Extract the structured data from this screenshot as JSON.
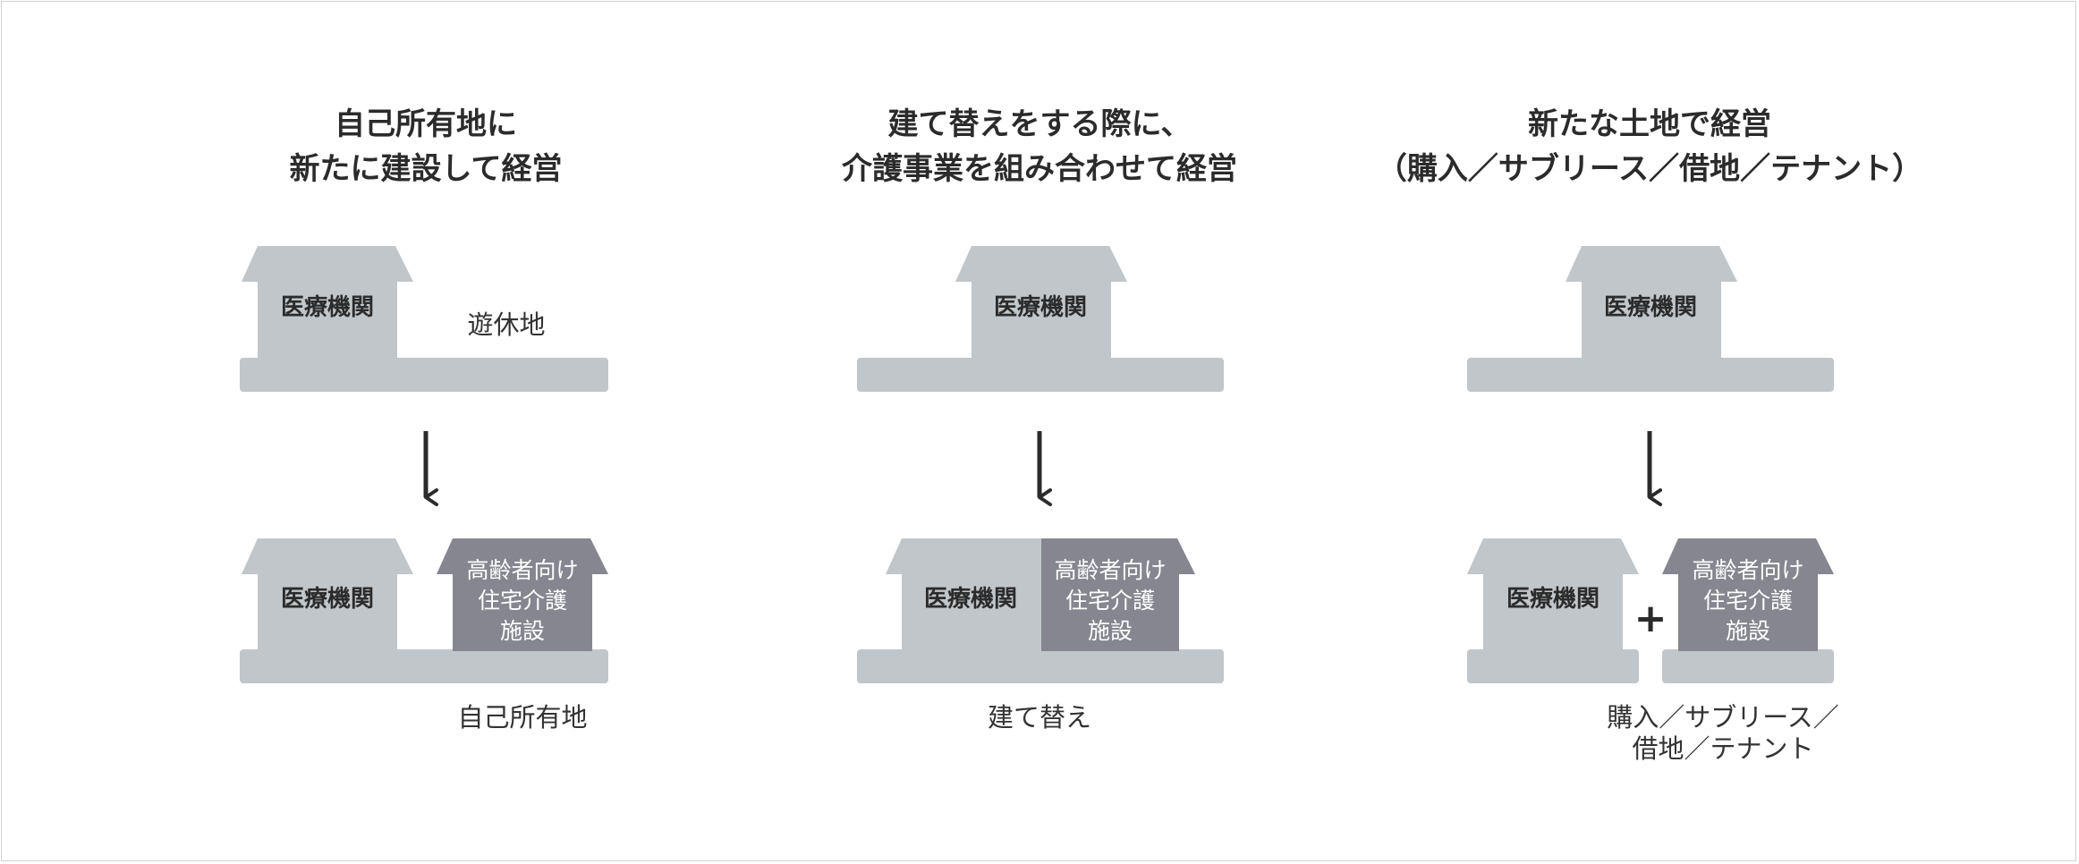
{
  "colors": {
    "light_building": "#c1c6ca",
    "dark_building": "#85868f",
    "text": "#2b2b2b",
    "arrow": "#2b2b2b"
  },
  "panels": [
    {
      "title_lines": [
        "自己所有地に",
        "新たに建設して経営"
      ],
      "before": {
        "building": "医療機関",
        "land_label": "遊休地"
      },
      "after": {
        "building": "医療機関",
        "facility_lines": [
          "高齢者向け",
          "住宅介護",
          "施設"
        ]
      },
      "caption_lines": [
        "自己所有地"
      ]
    },
    {
      "title_lines": [
        "建て替えをする際に、",
        "介護事業を組み合わせて経営"
      ],
      "before": {
        "building": "医療機関"
      },
      "after": {
        "building": "医療機関",
        "facility_lines": [
          "高齢者向け",
          "住宅介護",
          "施設"
        ]
      },
      "caption_lines": [
        "建て替え"
      ]
    },
    {
      "title_lines": [
        "新たな土地で経営",
        "（購入／サブリース／借地／テナント）"
      ],
      "before": {
        "building": "医療機関"
      },
      "after": {
        "building": "医療機関",
        "plus": "+",
        "facility_lines": [
          "高齢者向け",
          "住宅介護",
          "施設"
        ]
      },
      "caption_lines": [
        "購入／サブリース／",
        "借地／テナント"
      ]
    }
  ]
}
